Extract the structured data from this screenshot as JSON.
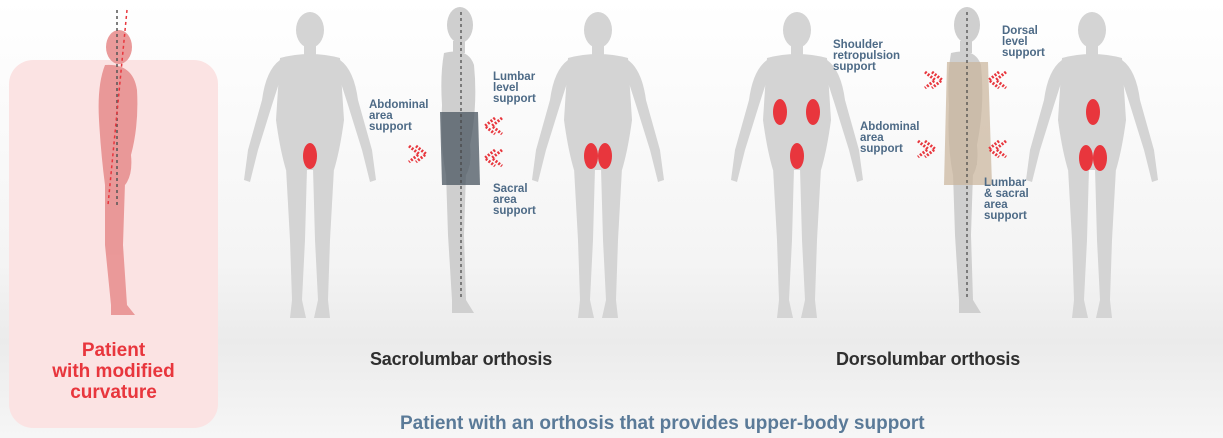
{
  "colors": {
    "accent_red": "#e8363d",
    "callout_text": "#4d6a86",
    "caption_blue": "#5a7a98",
    "panel_pink": "#fbe3e3",
    "body_grey": "#d4d4d4"
  },
  "patient": {
    "label": "Patient\nwith modified\ncurvature"
  },
  "sacrolumbar": {
    "title": "Sacrolumbar orthosis",
    "callouts": {
      "abdominal": "Abdominal\narea\nsupport",
      "lumbar": "Lumbar\nlevel\nsupport",
      "sacral": "Sacral\narea\nsupport"
    }
  },
  "dorsolumbar": {
    "title": "Dorsolumbar orthosis",
    "callouts": {
      "shoulder": "Shoulder\nretropulsion\nsupport",
      "dorsal": "Dorsal\nlevel\nsupport",
      "abdominal": "Abdominal\narea\nsupport",
      "lumbar_sacral": "Lumbar\n& sacral\narea\nsupport"
    }
  },
  "caption": "Patient with an orthosis that provides upper-body support"
}
